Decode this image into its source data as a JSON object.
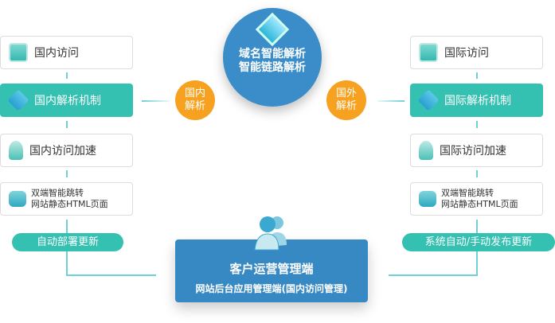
{
  "hub": {
    "line1": "域名智能解析",
    "line2": "智能链路解析"
  },
  "domestic_badge": {
    "line1": "国内",
    "line2": "解析"
  },
  "foreign_badge": {
    "line1": "国外",
    "line2": "解析"
  },
  "left": {
    "items": [
      "国内访问",
      "国内解析机制",
      "国内访问加速"
    ],
    "jump": {
      "line1": "双端智能跳转",
      "line2": "网站静态HTML页面"
    },
    "pill": "自动部署更新"
  },
  "right": {
    "items": [
      "国际访问",
      "国际解析机制",
      "国际访问加速"
    ],
    "jump": {
      "line1": "双端智能跳转",
      "line2": "网站静态HTML页面"
    },
    "pill": "系统自动/手动发布更新"
  },
  "center": {
    "title": "客户运营管理端",
    "subtitle": "网站后台应用管理端(国内访问管理)"
  },
  "colors": {
    "teal": "#35c1b1",
    "blue": "#3789c3",
    "orange": "#f6a11f"
  }
}
